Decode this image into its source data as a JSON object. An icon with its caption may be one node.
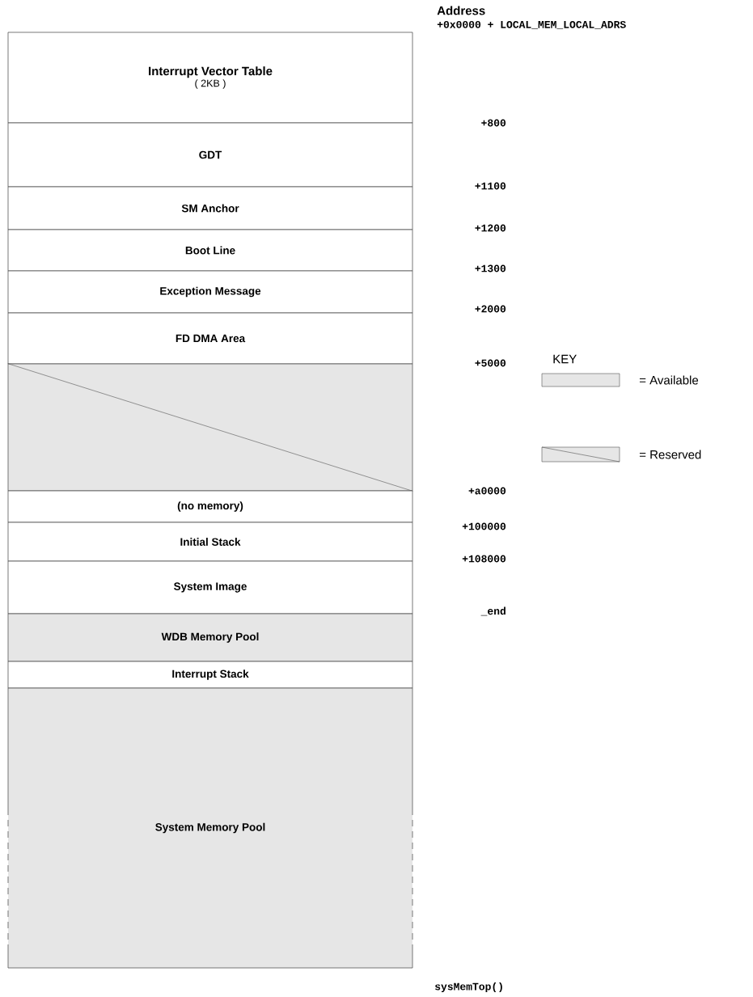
{
  "diagram": {
    "nodes": [
      {
        "text": [
          "Interrupt Vector Table",
          "( 2KB )"
        ]
      },
      {
        "text": [
          "GDT"
        ]
      },
      {
        "text": [
          "SM Anchor"
        ]
      },
      {
        "text": [
          "Boot Line"
        ]
      },
      {
        "text": [
          "Exception Message"
        ]
      },
      {
        "text": [
          "FD DMA Area"
        ]
      },
      {
        "text": [],
        "shape": "box"
      },
      {
        "text": [
          "(no memory)"
        ]
      },
      {
        "text": [
          "Initial Stack"
        ]
      },
      {
        "text": [
          "System Image"
        ]
      },
      {
        "text": [
          "WDB Memory Pool"
        ]
      },
      {
        "text": [
          "Interrupt Stack"
        ]
      },
      {
        "text": [
          "System Memory Pool"
        ]
      }
    ],
    "labels": [
      "Address",
      "+0x0000 + LOCAL_MEM_LOCAL_ADRS",
      "+800",
      "+1100",
      "+1200",
      "+1300",
      "+2000",
      "+5000",
      "KEY",
      "+a0000",
      "+100000",
      "+108000",
      "_end",
      "sysMemTop()"
    ],
    "legend": [
      {
        "text": "= Available",
        "color": "#e6e6e6"
      },
      {
        "text": "= Reserved"
      }
    ]
  }
}
